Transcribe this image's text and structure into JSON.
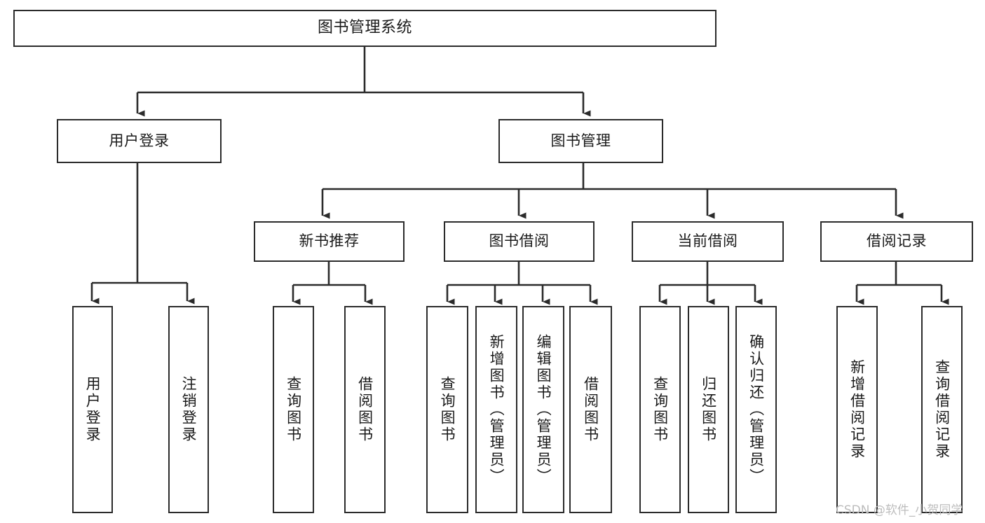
{
  "diagram": {
    "title": "图书管理系统",
    "type": "tree-hierarchy",
    "stroke_color": "#2b2b2b",
    "background_color": "#ffffff",
    "text_color": "#1a1a1a"
  },
  "nodes": {
    "root": {
      "label": "图书管理系统"
    },
    "level2": [
      {
        "label": "用户登录"
      },
      {
        "label": "图书管理"
      }
    ],
    "level3": [
      {
        "label": "新书推荐"
      },
      {
        "label": "图书借阅"
      },
      {
        "label": "当前借阅"
      },
      {
        "label": "借阅记录"
      }
    ],
    "leaves": {
      "user_login": [
        {
          "label": "用户登录"
        },
        {
          "label": "注销登录"
        }
      ],
      "new_book_recommend": [
        {
          "label": "查询图书"
        },
        {
          "label": "借阅图书"
        }
      ],
      "book_borrow": [
        {
          "label": "查询图书"
        },
        {
          "label": "新增图书（管理员）"
        },
        {
          "label": "编辑图书（管理员）"
        },
        {
          "label": "借阅图书"
        }
      ],
      "current_borrow": [
        {
          "label": "查询图书"
        },
        {
          "label": "归还图书"
        },
        {
          "label": "确认归还（管理员）"
        }
      ],
      "borrow_record": [
        {
          "label": "新增借阅记录"
        },
        {
          "label": "查询借阅记录"
        }
      ]
    }
  },
  "watermark": {
    "text": "CSDN @软件_小贺同学"
  }
}
